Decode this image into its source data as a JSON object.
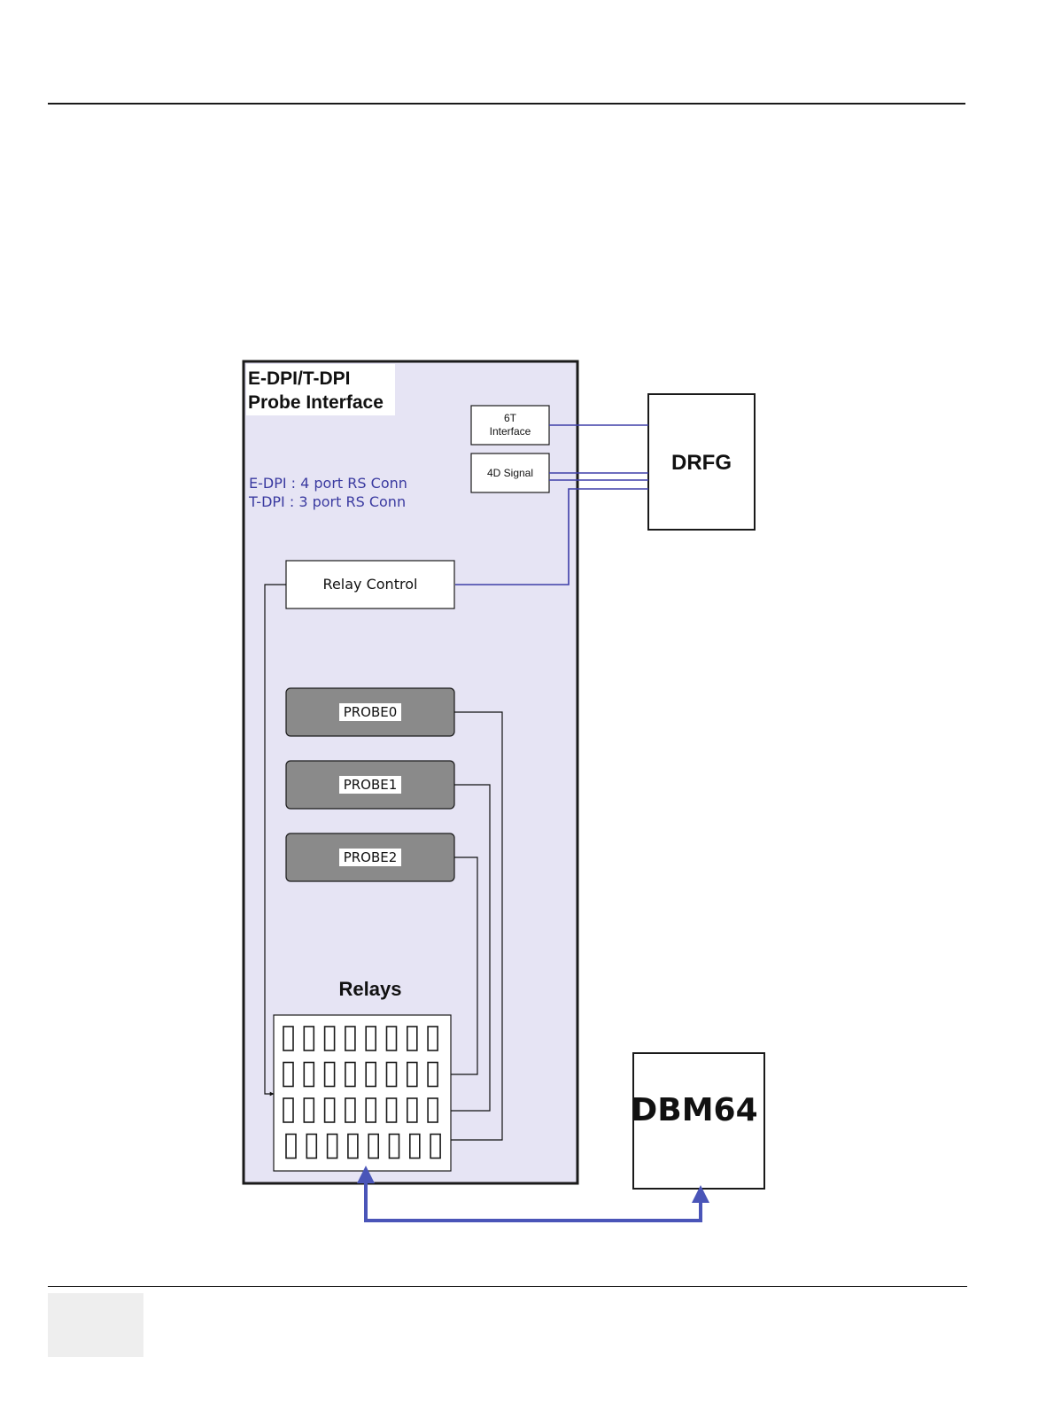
{
  "colors": {
    "panel_fill": "#e6e4f4",
    "blue_line": "#3e3ea8",
    "arrow_blue": "#4a55b8",
    "probe_fill": "#8a8a8a",
    "border": "#1a1a1a"
  },
  "diagram": {
    "interface": {
      "title_line1": "E-DPI/T-DPI",
      "title_line2": "Probe Interface",
      "note_line1": "E-DPI : 4 port RS Conn",
      "note_line2": "T-DPI : 3 port RS Conn"
    },
    "box_6t_line1": "6T",
    "box_6t_line2": "Interface",
    "box_4d": "4D Signal",
    "drfg": "DRFG",
    "relay_control": "Relay Control",
    "probes": [
      "PROBE0",
      "PROBE1",
      "PROBE2"
    ],
    "relays_label": "Relays",
    "relay_grid": {
      "rows": 4,
      "cols": 8
    },
    "dbm64": "DBM64"
  }
}
